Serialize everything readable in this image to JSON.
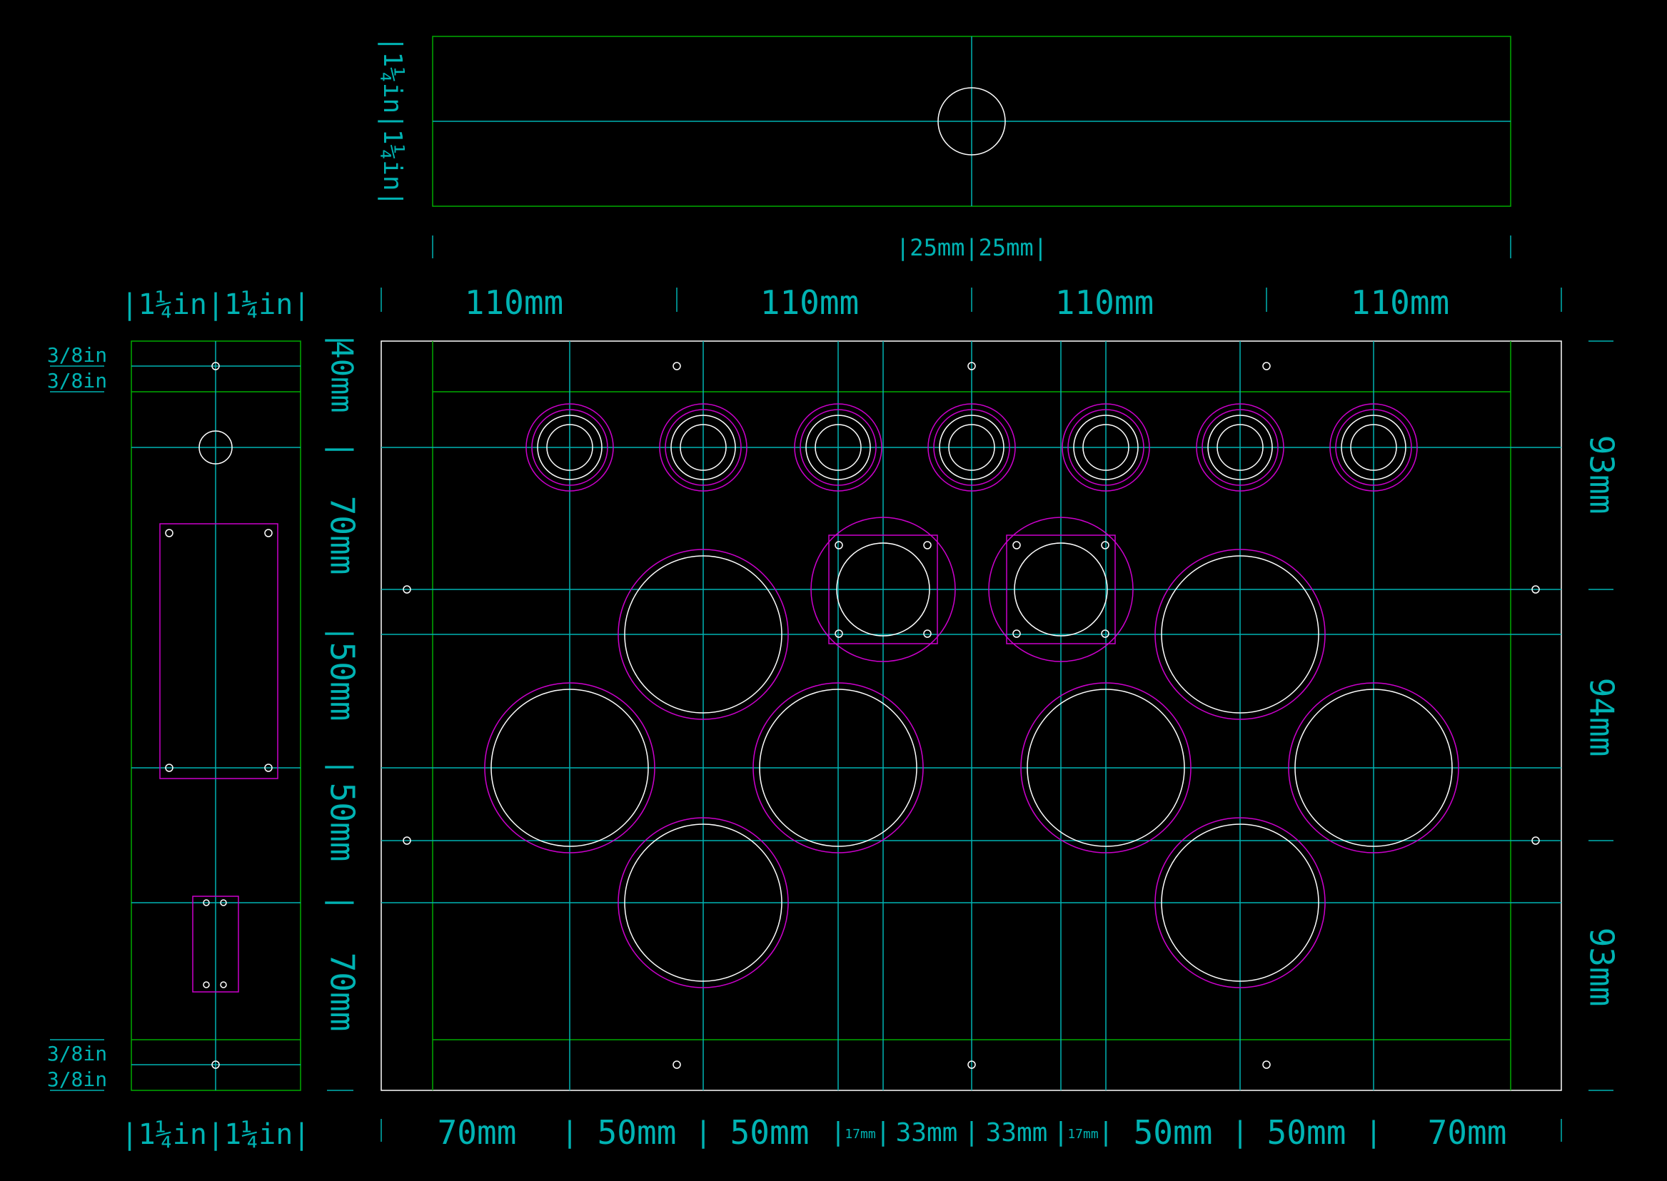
{
  "colors": {
    "background": "#000000",
    "outline": "#ffffff",
    "edge": "#00aa00",
    "centerline": "#00b3b3",
    "cutout": "#cc00cc",
    "dimension": "#00b3b3"
  },
  "top_view": {
    "left_label": "|1¼in|1¼in|",
    "bottom_label": "|25mm|25mm|"
  },
  "main_view": {
    "top_dims": [
      "110mm",
      "110mm",
      "110mm",
      "110mm"
    ],
    "bottom_dims": [
      "70mm",
      "50mm",
      "50mm",
      "17mm",
      "33mm",
      "33mm",
      "17mm",
      "50mm",
      "50mm",
      "70mm"
    ],
    "left_dims": [
      "40mm",
      "70mm",
      "50mm",
      "50mm",
      "70mm"
    ],
    "right_dims": [
      "93mm",
      "94mm",
      "93mm"
    ]
  },
  "side_view": {
    "top_label": "|1¼in|1¼in|",
    "bottom_label": "|1¼in|1¼in|",
    "left_top": [
      "3/8in",
      "3/8in"
    ],
    "left_bottom": [
      "3/8in",
      "3/8in"
    ]
  }
}
